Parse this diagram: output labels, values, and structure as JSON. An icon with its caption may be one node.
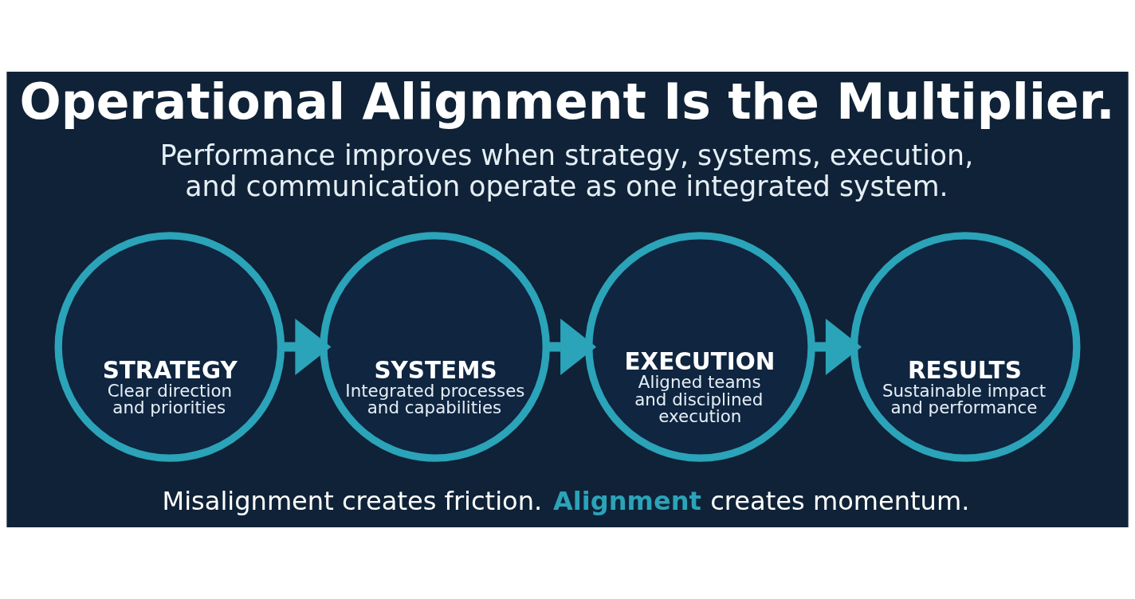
{
  "diagram": {
    "title": "Operational Alignment Is the Multiplier.",
    "caption": "Misalignment creates friction. **Alignment** creates momentum.",
    "nodes": [
      {
        "text": [
          "STRATEGY",
          "Clear direction and priorities"
        ]
      },
      {
        "text": [
          "SYSTEMS",
          "Integrated processes and capabilities"
        ]
      },
      {
        "text": [
          "EXECUTION",
          "Aligned teams and disciplined execution"
        ]
      },
      {
        "text": [
          "RESULTS",
          "Sustainable impact and performance"
        ]
      }
    ],
    "edges": [
      {
        "from": 0,
        "to": 1,
        "arrow": "to"
      },
      {
        "from": 1,
        "to": 2,
        "arrow": "to"
      },
      {
        "from": 2,
        "to": 3,
        "arrow": "to"
      }
    ],
    "labels": [
      "Performance improves when strategy, systems, execution, and communication operate as one integrated system."
    ]
  }
}
